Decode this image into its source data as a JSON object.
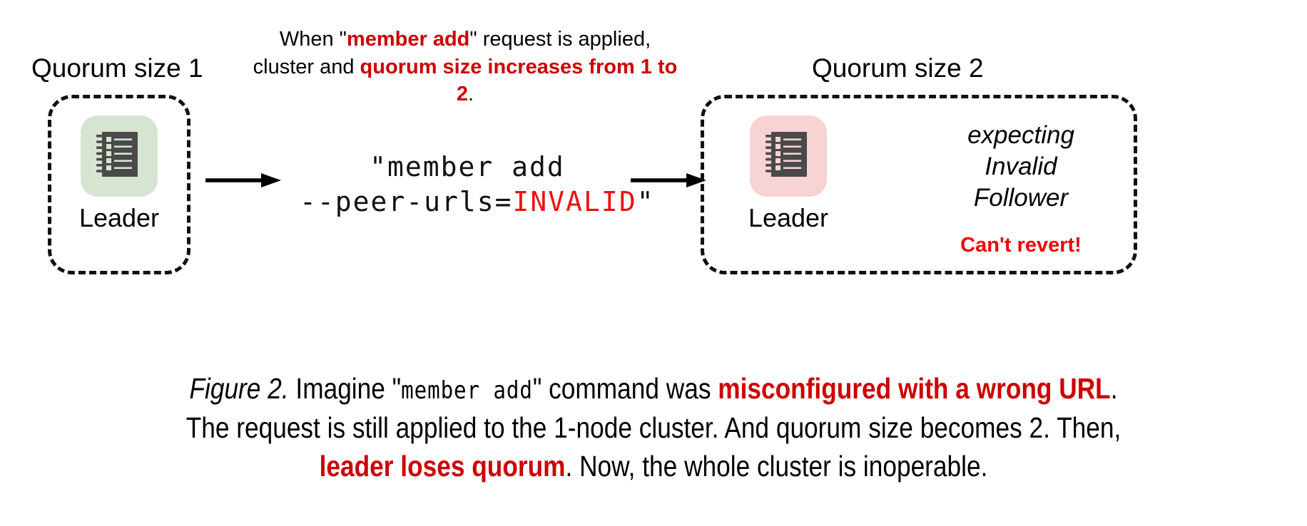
{
  "figure": {
    "left_panel": {
      "quorum_label": "Quorum size 1",
      "node": {
        "role_label": "Leader",
        "icon": "log-node-icon",
        "tile_color": "#d6e5d2"
      }
    },
    "right_panel": {
      "quorum_label": "Quorum size 2",
      "node": {
        "role_label": "Leader",
        "icon": "log-node-icon",
        "tile_color": "#f8d3d3"
      },
      "status_lines": [
        "expecting",
        "Invalid",
        "Follower"
      ],
      "warning": "Can't revert!"
    },
    "top_note": {
      "part1": "When \"",
      "emphasis1": "member add",
      "part2": "\" request is applied, cluster and ",
      "emphasis2": "quorum size increases from 1 to 2",
      "part3": "."
    },
    "command": {
      "line1": "\"member add",
      "line2_prefix": "--peer-urls=",
      "line2_invalid": "INVALID",
      "line2_suffix": "\""
    },
    "arrows": {
      "left": "arrow-right-icon",
      "right": "arrow-right-icon"
    },
    "caption": {
      "line1_a": "Figure 2.",
      "line1_b": " Imagine \"",
      "line1_mono": "member add",
      "line1_c": "\" command was ",
      "line1_red": "misconfigured with a wrong URL",
      "line1_d": ".",
      "line2": "The request is still applied to the 1-node cluster. And quorum size becomes 2. Then,",
      "line3_red": "leader loses quorum",
      "line3_rest": ". Now, the whole cluster is inoperable."
    },
    "colors": {
      "accent_red": "#cc0000",
      "bright_red": "#ee0000",
      "green_tile": "#d6e5d2",
      "pink_tile": "#f8d3d3",
      "icon_dark": "#4a4a4a"
    }
  }
}
